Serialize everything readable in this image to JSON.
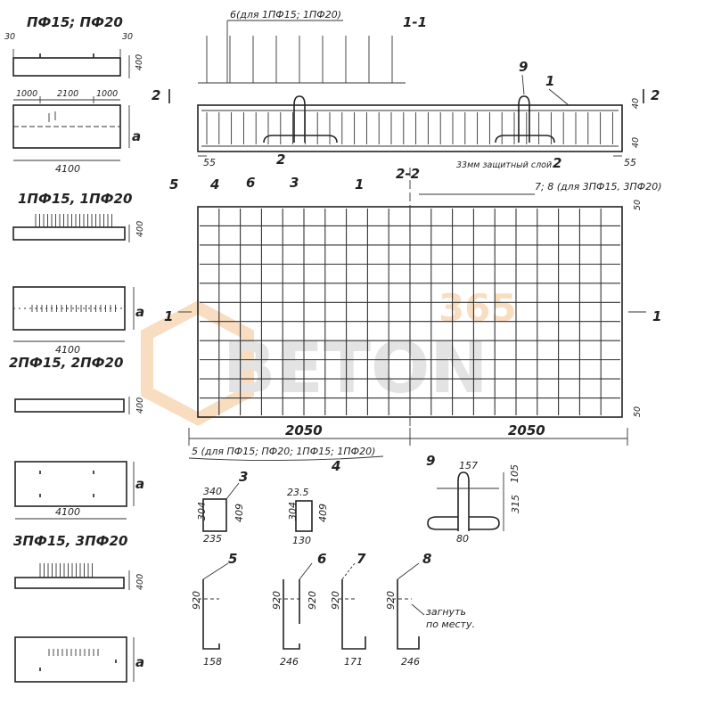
{
  "titles": {
    "pf": "ПФ15; ПФ20",
    "pf1": "1ПФ15, 1ПФ20",
    "pf2": "2ПФ15, 2ПФ20",
    "pf3": "3ПФ15, 3ПФ20"
  },
  "dims": {
    "d30a": "30",
    "d30b": "30",
    "d400": "400",
    "d1000a": "1000",
    "d2100": "2100",
    "d1000b": "1000",
    "d4100a": "4100",
    "d4100b": "4100",
    "d4100c": "4100",
    "a1": "a",
    "a2": "a",
    "a3": "a",
    "a4": "a",
    "d400b": "400",
    "d400c": "400",
    "d400d": "400",
    "d2050a": "2050",
    "d2050b": "2050",
    "d55a": "55",
    "d55b": "55",
    "d40a": "40",
    "d40b": "40",
    "d50a": "50",
    "d50b": "50"
  },
  "section": {
    "title": "1-1",
    "note6": "6(для 1ПФ15; 1ПФ20)",
    "cover": "33мм защитный слой",
    "mark1": "1",
    "mark2a": "2",
    "mark2b": "2",
    "mark9": "9",
    "cut2": "2"
  },
  "plan": {
    "mark5": "5",
    "mark4": "4",
    "mark6": "6",
    "mark3": "3",
    "mark1": "1",
    "cut22": "2-2",
    "note78": "7; 8 (для 3ПФ15, 3ПФ20)",
    "bottom_note": "5 (для ПФ15; ПФ20; 1ПФ15; 1ПФ20)",
    "mark4b": "4",
    "cut1a": "1",
    "cut1b": "1"
  },
  "details": {
    "d3": {
      "mark": "3",
      "top": "340",
      "left": "304",
      "right": "409",
      "bottom": "235"
    },
    "dx": {
      "top": "23.5",
      "left": "304",
      "right": "409",
      "bottom": "130"
    },
    "d9": {
      "mark": "9",
      "top": "157",
      "r1": "105",
      "r2": "315",
      "bottom": "80"
    },
    "b5": {
      "mark": "5",
      "h": "920",
      "w": "158"
    },
    "b6": {
      "mark": "6",
      "h": "920",
      "h2": "920",
      "w": "246"
    },
    "b7": {
      "mark": "7",
      "h": "920",
      "w": "171"
    },
    "b8": {
      "mark": "8",
      "h": "920",
      "w": "246",
      "note1": "загнуть",
      "note2": "по месту."
    }
  },
  "watermark": {
    "brand": "BETON",
    "num": "365"
  }
}
